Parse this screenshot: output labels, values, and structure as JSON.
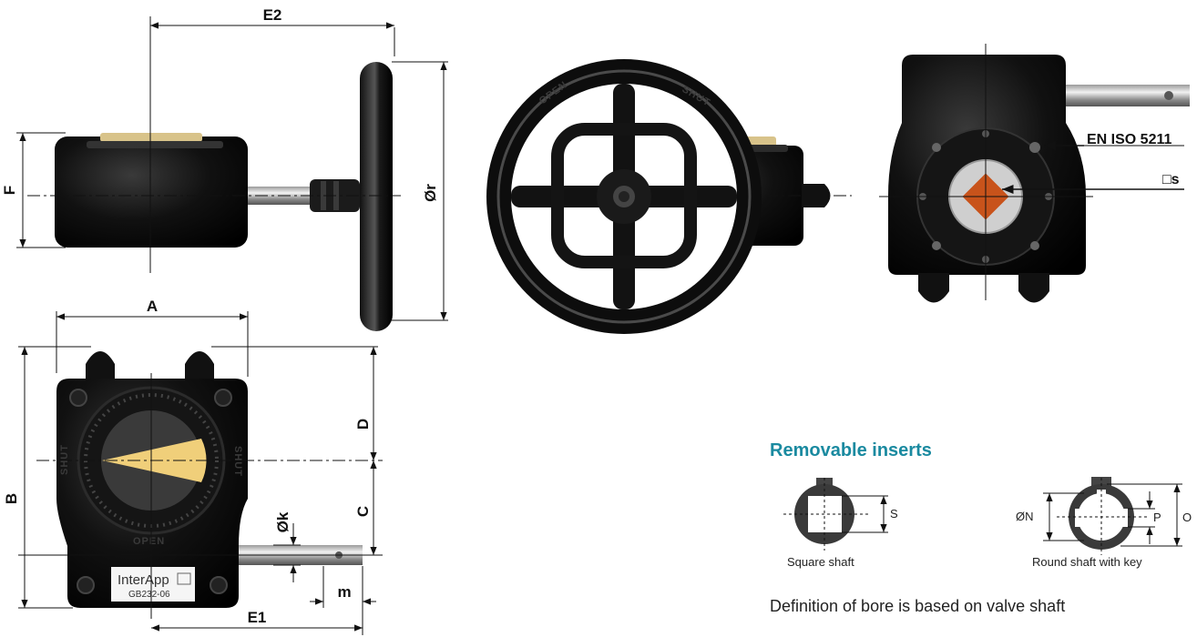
{
  "dimensions": {
    "e2": "E2",
    "f": "F",
    "r": "Ør",
    "a": "A",
    "b": "B",
    "d": "D",
    "c": "C",
    "k": "Øk",
    "m": "m",
    "e1": "E1"
  },
  "callouts": {
    "flange_standard": "EN ISO 5211",
    "square_drive": "□s"
  },
  "nameplate": {
    "brand": "InterApp",
    "model": "GB232-06"
  },
  "wheel_markings": {
    "open": "OPEN",
    "shut": "SHUT"
  },
  "indicator_markings": {
    "open": "OPEN",
    "shut": "SHUT"
  },
  "inserts": {
    "title": "Removable inserts",
    "square": {
      "caption": "Square shaft",
      "dim_s": "S"
    },
    "round": {
      "caption": "Round shaft with key",
      "dim_n": "ØN",
      "dim_p": "P",
      "dim_o": "O"
    }
  },
  "note": "Definition of bore is based on valve shaft",
  "colors": {
    "body": "#0b0b0b",
    "indicator_yellow": "#f0cf7a",
    "insert_orange": "#c8531b",
    "heading_teal": "#1a8aa0"
  }
}
